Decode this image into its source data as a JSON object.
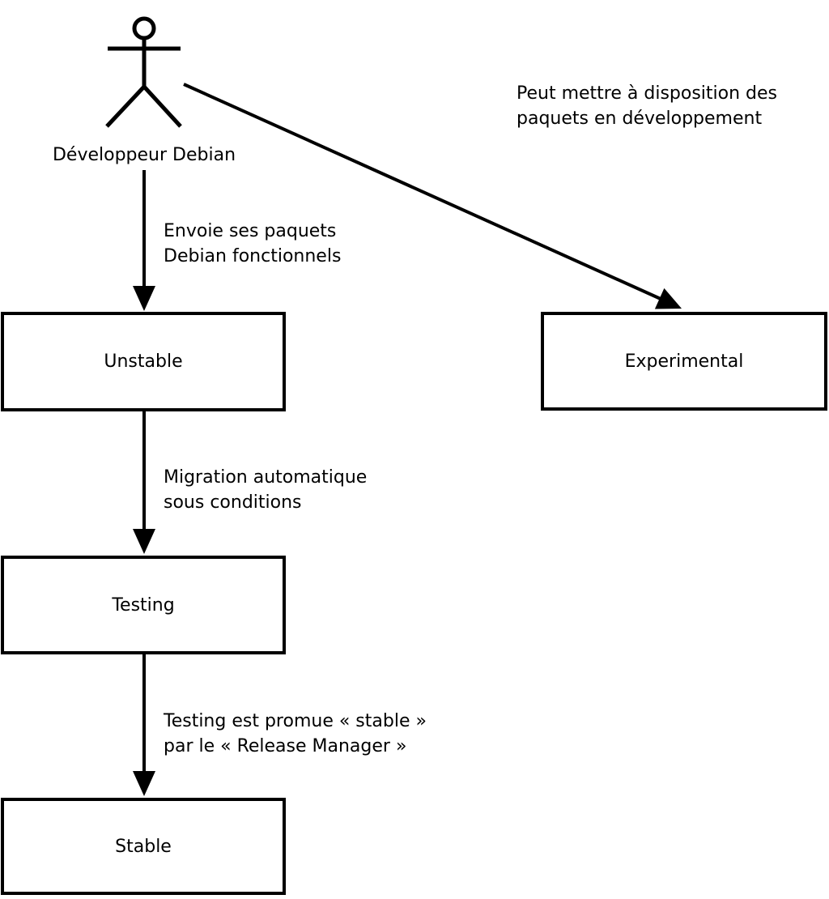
{
  "diagram": {
    "actor": {
      "label": "Développeur Debian"
    },
    "boxes": {
      "unstable": {
        "label": "Unstable"
      },
      "experimental": {
        "label": "Experimental"
      },
      "testing": {
        "label": "Testing"
      },
      "stable": {
        "label": "Stable"
      }
    },
    "edges": {
      "actor_to_unstable": {
        "lines": [
          "Envoie ses paquets",
          "Debian fonctionnels"
        ]
      },
      "actor_to_experimental": {
        "lines": [
          "Peut mettre à disposition des",
          "paquets en développement"
        ]
      },
      "unstable_to_testing": {
        "lines": [
          "Migration automatique",
          "sous conditions"
        ]
      },
      "testing_to_stable": {
        "lines": [
          "Testing est promue « stable »",
          "par le « Release Manager »"
        ]
      }
    },
    "colors": {
      "stroke": "#000000",
      "background": "#ffffff"
    }
  }
}
